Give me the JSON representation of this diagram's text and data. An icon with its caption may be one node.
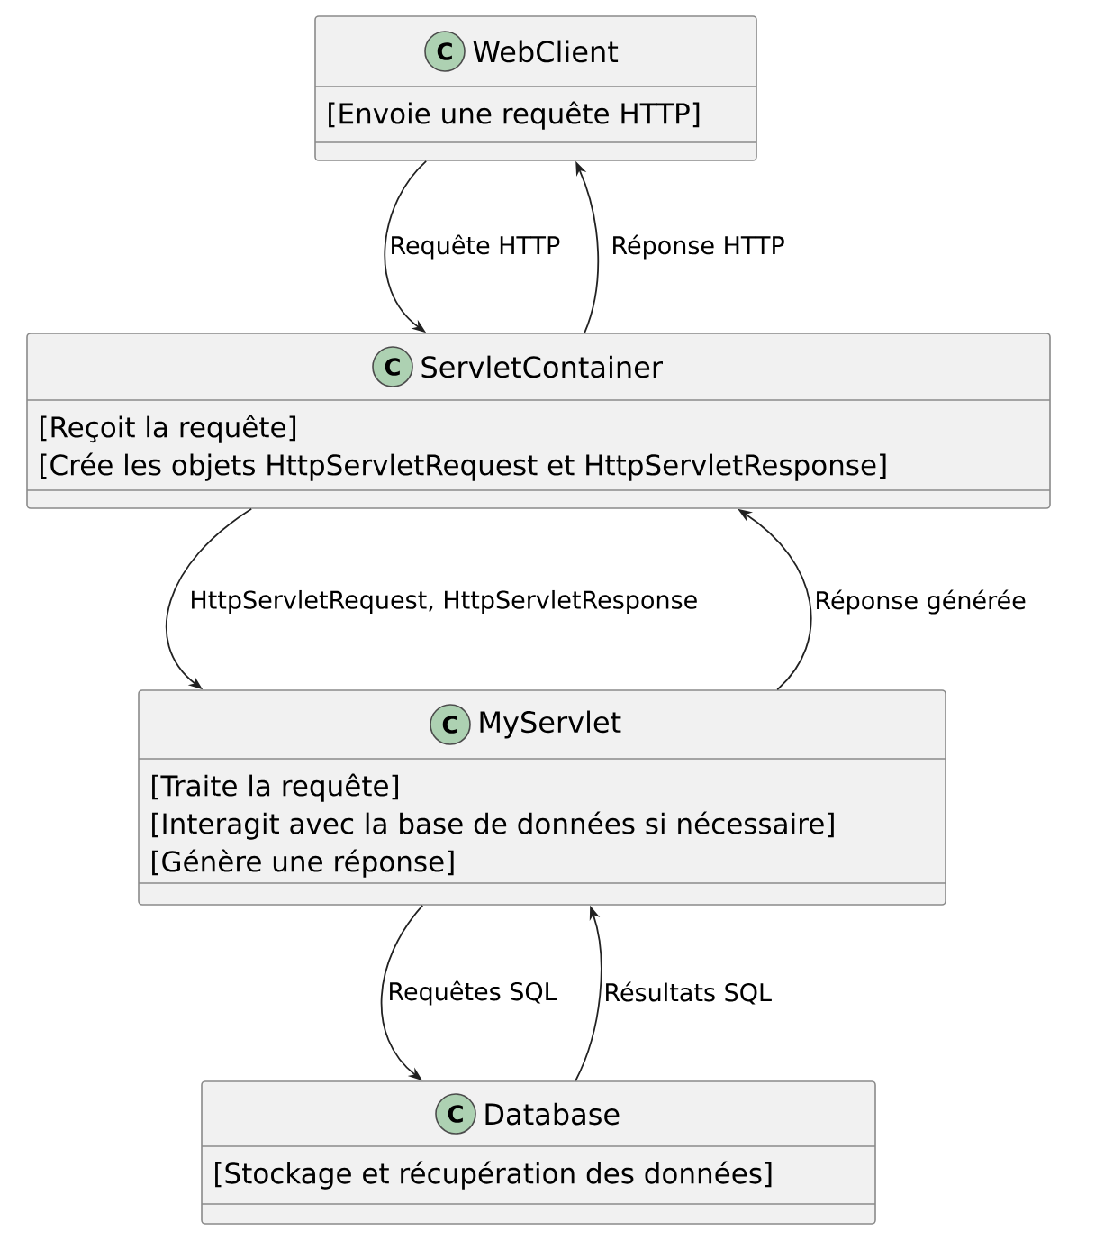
{
  "diagram": {
    "nodes": [
      {
        "text": [
          "WebClient",
          "[Envoie une requête HTTP]"
        ]
      },
      {
        "text": [
          "ServletContainer",
          "[Reçoit la requête]",
          "[Crée les objets HttpServletRequest et HttpServletResponse]"
        ]
      },
      {
        "text": [
          "MyServlet",
          "[Traite la requête]",
          "[Interagit avec la base de données si nécessaire]",
          "[Génère une réponse]"
        ]
      },
      {
        "text": [
          "Database",
          "[Stockage et récupération des données]"
        ]
      }
    ],
    "edges": [
      {
        "from": 0,
        "to": 1,
        "arrow": "to",
        "label": "Requête HTTP"
      },
      {
        "from": 1,
        "to": 0,
        "arrow": "to",
        "label": "Réponse HTTP"
      },
      {
        "from": 1,
        "to": 2,
        "arrow": "to",
        "label": "HttpServletRequest, HttpServletResponse"
      },
      {
        "from": 2,
        "to": 1,
        "arrow": "to",
        "label": "Réponse générée"
      },
      {
        "from": 2,
        "to": 3,
        "arrow": "to",
        "label": "Requêtes SQL"
      },
      {
        "from": 3,
        "to": 2,
        "arrow": "to",
        "label": "Résultats SQL"
      }
    ],
    "labels": [
      "C",
      "C",
      "C",
      "C"
    ]
  }
}
